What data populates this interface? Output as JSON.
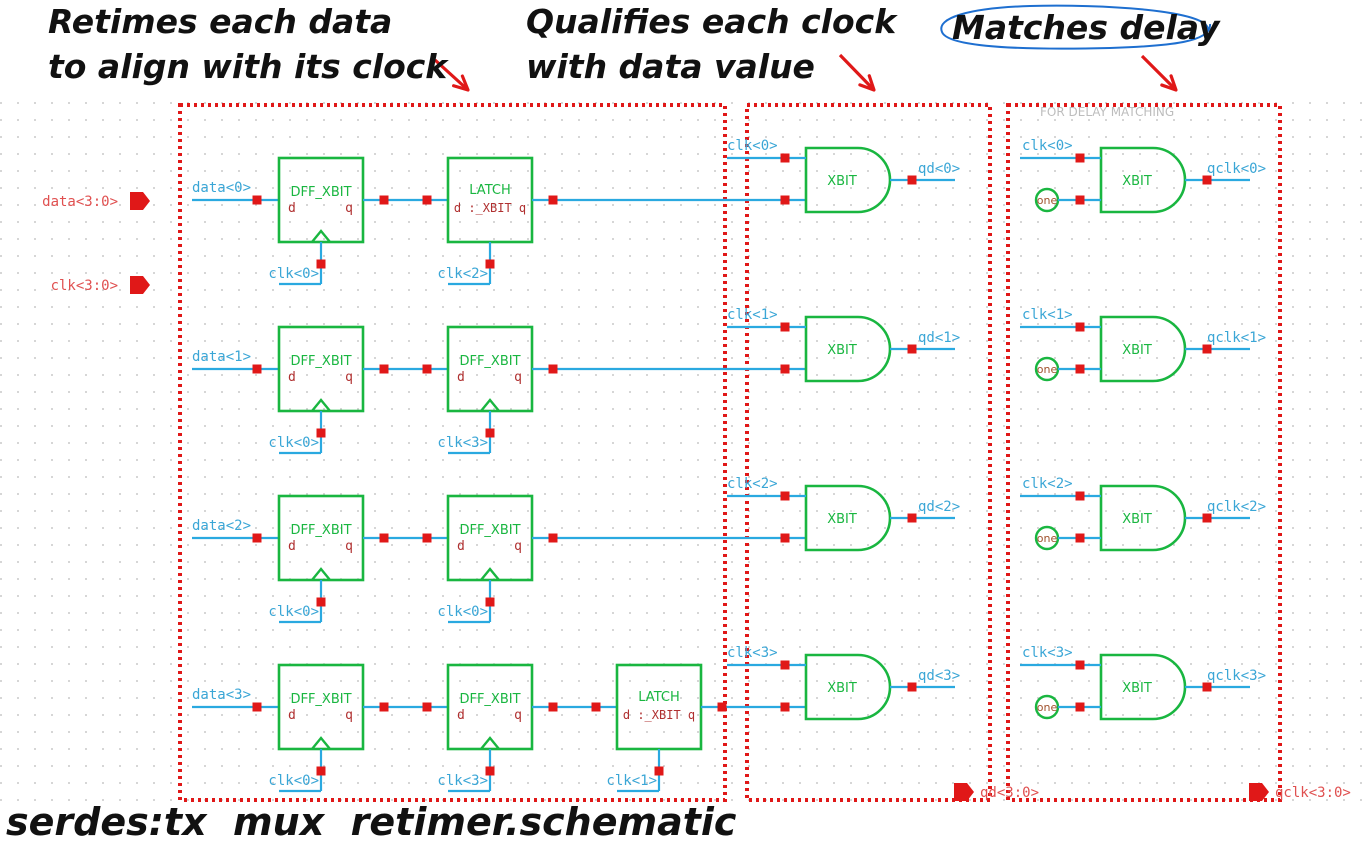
{
  "annotations": {
    "retime": [
      "Retimes each data",
      "to align with its clock"
    ],
    "qualify": [
      "Qualifies each clock",
      "with data value"
    ],
    "delay": "Matches delay"
  },
  "footer_title": "serdes:tx  mux  retimer.schematic",
  "pins": {
    "data_in": "data<3:0>",
    "clk_in": "clk<3:0>",
    "qd_out": "qd<3:0>",
    "qclk_out": "qclk<3:0>"
  },
  "delay_note": "FOR DELAY MATCHING",
  "rows": [
    {
      "data_label": "data<0>",
      "stages": [
        {
          "name_top": "DFF_XBIT",
          "kind": "dff",
          "clk": "clk<0>"
        },
        {
          "name_top": "LATCH",
          "name_bottom": "d :_XBIT q",
          "kind": "latch",
          "clk": "clk<2>"
        }
      ],
      "gate_clk": "clk<0>",
      "gate_label": "XBIT",
      "qd": "qd<0>",
      "match_clk": "clk<0>",
      "match_const": "one",
      "match_gate": "XBIT",
      "qclk": "qclk<0>"
    },
    {
      "data_label": "data<1>",
      "stages": [
        {
          "name_top": "DFF_XBIT",
          "kind": "dff",
          "clk": "clk<0>"
        },
        {
          "name_top": "DFF_XBIT",
          "kind": "dff",
          "clk": "clk<3>"
        }
      ],
      "gate_clk": "clk<1>",
      "gate_label": "XBIT",
      "qd": "qd<1>",
      "match_clk": "clk<1>",
      "match_const": "one",
      "match_gate": "XBIT",
      "qclk": "qclk<1>"
    },
    {
      "data_label": "data<2>",
      "stages": [
        {
          "name_top": "DFF_XBIT",
          "kind": "dff",
          "clk": "clk<0>"
        },
        {
          "name_top": "DFF_XBIT",
          "kind": "dff",
          "clk": "clk<0>"
        }
      ],
      "gate_clk": "clk<2>",
      "gate_label": "XBIT",
      "qd": "qd<2>",
      "match_clk": "clk<2>",
      "match_const": "one",
      "match_gate": "XBIT",
      "qclk": "qclk<2>"
    },
    {
      "data_label": "data<3>",
      "stages": [
        {
          "name_top": "DFF_XBIT",
          "kind": "dff",
          "clk": "clk<0>"
        },
        {
          "name_top": "DFF_XBIT",
          "kind": "dff",
          "clk": "clk<3>"
        },
        {
          "name_top": "LATCH",
          "name_bottom": "d :_XBIT q",
          "kind": "latch",
          "clk": "clk<1>"
        }
      ],
      "gate_clk": "clk<3>",
      "gate_label": "XBIT",
      "qd": "qd<3>",
      "match_clk": "clk<3>",
      "match_const": "one",
      "match_gate": "XBIT",
      "qclk": "qclk<3>"
    }
  ],
  "colors": {
    "wire": "#2aa9e0",
    "label": "#3aa6d6",
    "cell": "#19b640",
    "pin": "#e01818",
    "pin_label": "#e05050",
    "box": "#e01818",
    "arrow": "#e01818",
    "circle": "#1e6fd0",
    "const": "#a0522d"
  }
}
